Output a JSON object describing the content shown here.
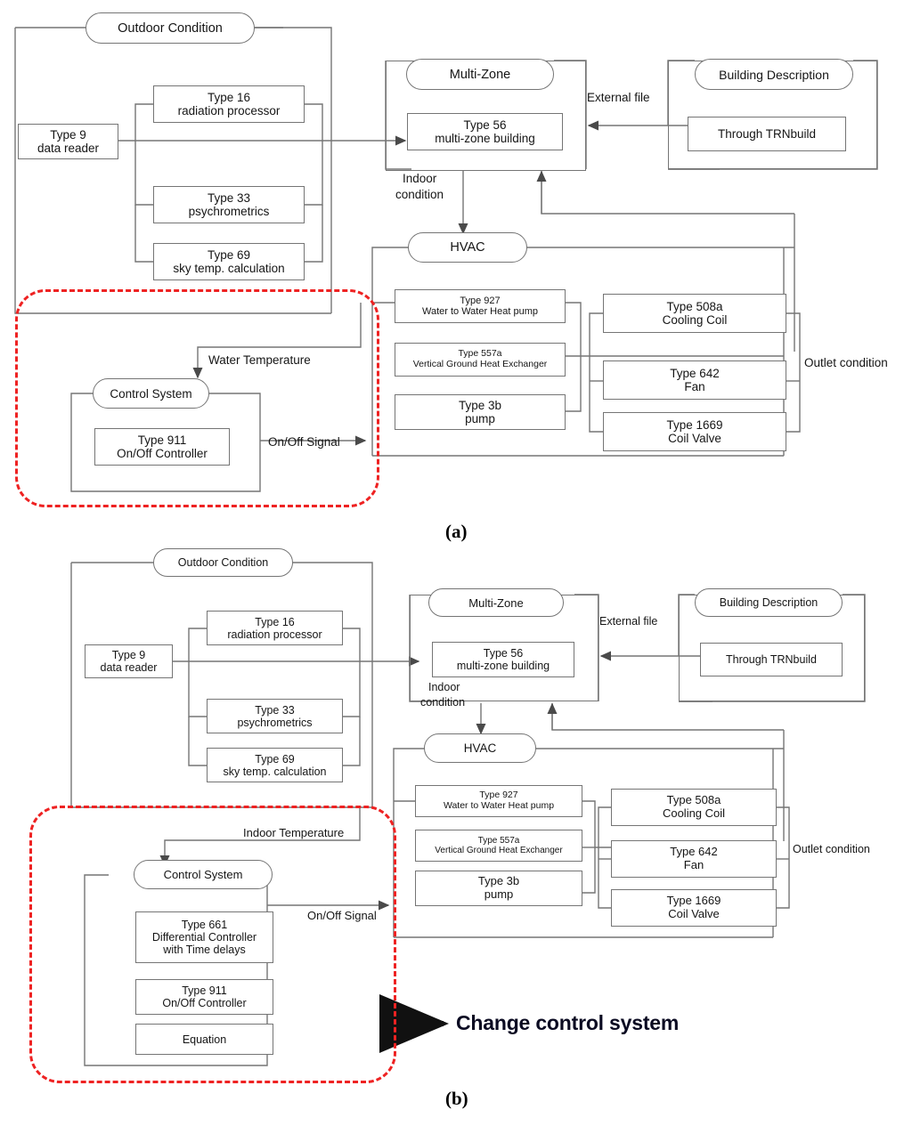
{
  "figure": {
    "title": "TRNSYS simulation model block diagrams",
    "colors": {
      "line": "#757575",
      "highlight": "#ee2222",
      "text": "#151515",
      "annotation": "#0b0b22"
    },
    "captions": {
      "a": "(a)",
      "b": "(b)"
    },
    "annotation": {
      "arrow": "right-arrow-icon",
      "text": "Change control system"
    }
  },
  "diagram_a": {
    "groups": {
      "outdoor": {
        "title": "Outdoor Condition"
      },
      "multizone": {
        "title": "Multi-Zone"
      },
      "building": {
        "title": "Building Description"
      },
      "hvac": {
        "title": "HVAC"
      },
      "control": {
        "title": "Control System"
      }
    },
    "nodes": {
      "data_reader": {
        "l1": "Type 9",
        "l2": "data reader"
      },
      "radiation": {
        "l1": "Type 16",
        "l2": "radiation processor"
      },
      "psychrometrics": {
        "l1": "Type 33",
        "l2": "psychrometrics"
      },
      "sky_temp": {
        "l1": "Type 69",
        "l2": "sky temp. calculation"
      },
      "multizone_building": {
        "l1": "Type 56",
        "l2": "multi-zone building"
      },
      "trnbuild": {
        "l1": "Through TRNbuild"
      },
      "heat_pump": {
        "l1": "Type 927",
        "l2": "Water to Water Heat pump"
      },
      "ghx": {
        "l1": "Type 557a",
        "l2": "Vertical Ground Heat Exchanger"
      },
      "pump": {
        "l1": "Type 3b",
        "l2": "pump"
      },
      "cooling_coil": {
        "l1": "Type 508a",
        "l2": "Cooling Coil"
      },
      "fan": {
        "l1": "Type 642",
        "l2": "Fan"
      },
      "coil_valve": {
        "l1": "Type 1669",
        "l2": "Coil Valve"
      },
      "onoff_controller": {
        "l1": "Type 911",
        "l2": "On/Off Controller"
      }
    },
    "edge_labels": {
      "external_file": "External file",
      "indoor_condition_1": "Indoor",
      "indoor_condition_2": "condition",
      "water_temperature": "Water Temperature",
      "onoff_signal": "On/Off Signal",
      "outlet_condition": "Outlet condition"
    }
  },
  "diagram_b": {
    "groups": {
      "outdoor": {
        "title": "Outdoor Condition"
      },
      "multizone": {
        "title": "Multi-Zone"
      },
      "building": {
        "title": "Building Description"
      },
      "hvac": {
        "title": "HVAC"
      },
      "control": {
        "title": "Control System"
      }
    },
    "nodes": {
      "data_reader": {
        "l1": "Type 9",
        "l2": "data reader"
      },
      "radiation": {
        "l1": "Type 16",
        "l2": "radiation processor"
      },
      "psychrometrics": {
        "l1": "Type 33",
        "l2": "psychrometrics"
      },
      "sky_temp": {
        "l1": "Type 69",
        "l2": "sky temp. calculation"
      },
      "multizone_building": {
        "l1": "Type 56",
        "l2": "multi-zone building"
      },
      "trnbuild": {
        "l1": "Through TRNbuild"
      },
      "heat_pump": {
        "l1": "Type 927",
        "l2": "Water to Water Heat pump"
      },
      "ghx": {
        "l1": "Type 557a",
        "l2": "Vertical Ground Heat Exchanger"
      },
      "pump": {
        "l1": "Type 3b",
        "l2": "pump"
      },
      "cooling_coil": {
        "l1": "Type 508a",
        "l2": "Cooling Coil"
      },
      "fan": {
        "l1": "Type 642",
        "l2": "Fan"
      },
      "coil_valve": {
        "l1": "Type 1669",
        "l2": "Coil Valve"
      },
      "diff_controller": {
        "l1": "Type 661",
        "l2": "Differential Controller",
        "l3": "with Time delays"
      },
      "onoff_controller": {
        "l1": "Type 911",
        "l2": "On/Off Controller"
      },
      "equation": {
        "l1": "Equation"
      }
    },
    "edge_labels": {
      "external_file": "External file",
      "indoor_condition_1": "Indoor",
      "indoor_condition_2": "condition",
      "indoor_temperature": "Indoor Temperature",
      "onoff_signal": "On/Off Signal",
      "outlet_condition": "Outlet condition"
    }
  }
}
